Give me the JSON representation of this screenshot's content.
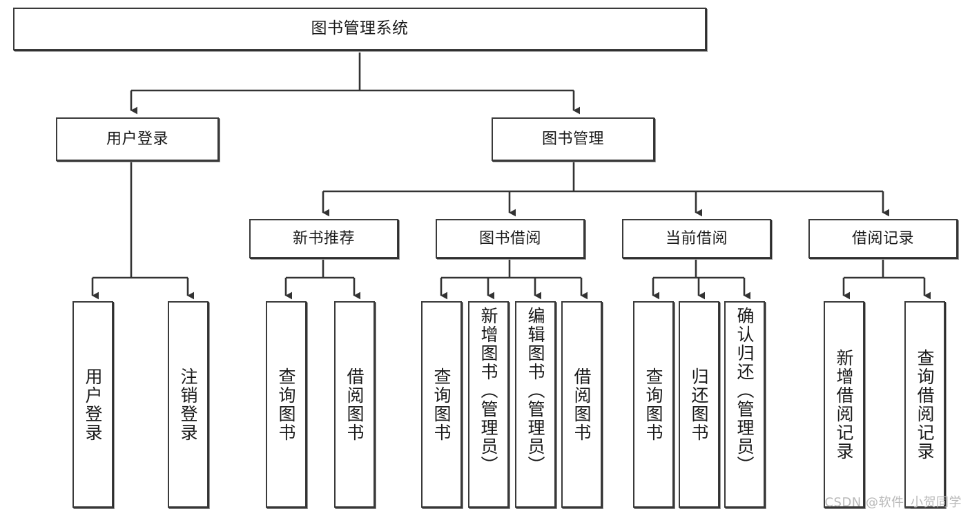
{
  "diagram": {
    "title": "图书管理系统",
    "type": "tree-hierarchy-diagram",
    "root": {
      "id": "root",
      "label": "图书管理系统"
    },
    "level2": [
      {
        "id": "user-login",
        "label": "用户登录"
      },
      {
        "id": "book-manage",
        "label": "图书管理"
      }
    ],
    "level3": [
      {
        "id": "new-book-rec",
        "label": "新书推荐",
        "parent": "book-manage"
      },
      {
        "id": "book-borrow",
        "label": "图书借阅",
        "parent": "book-manage"
      },
      {
        "id": "current-borrow",
        "label": "当前借阅",
        "parent": "book-manage"
      },
      {
        "id": "borrow-record",
        "label": "借阅记录",
        "parent": "book-manage"
      }
    ],
    "leaves": [
      {
        "id": "leaf-user-login",
        "label": "用户登录",
        "parent": "user-login"
      },
      {
        "id": "leaf-logout",
        "label": "注销登录",
        "parent": "user-login"
      },
      {
        "id": "leaf-query-book-1",
        "label": "查询图书",
        "parent": "new-book-rec"
      },
      {
        "id": "leaf-borrow-book-1",
        "label": "借阅图书",
        "parent": "new-book-rec"
      },
      {
        "id": "leaf-query-book-2",
        "label": "查询图书",
        "parent": "book-borrow"
      },
      {
        "id": "leaf-add-book",
        "label": "新增图书（管理员）",
        "parent": "book-borrow"
      },
      {
        "id": "leaf-edit-book",
        "label": "编辑图书（管理员）",
        "parent": "book-borrow"
      },
      {
        "id": "leaf-borrow-book-2",
        "label": "借阅图书",
        "parent": "book-borrow"
      },
      {
        "id": "leaf-query-book-3",
        "label": "查询图书",
        "parent": "current-borrow"
      },
      {
        "id": "leaf-return-book",
        "label": "归还图书",
        "parent": "current-borrow"
      },
      {
        "id": "leaf-confirm-return",
        "label": "确认归还（管理员）",
        "parent": "current-borrow"
      },
      {
        "id": "leaf-add-record",
        "label": "新增借阅记录",
        "parent": "borrow-record"
      },
      {
        "id": "leaf-query-record",
        "label": "查询借阅记录",
        "parent": "borrow-record"
      }
    ],
    "colors": {
      "box_border": "#3a3a3a",
      "box_fill": "#ffffff",
      "connector": "#333333",
      "text": "#1a1a1a",
      "watermark": "#b9b9b9"
    }
  },
  "watermark": {
    "text": "CSDN @软件_小贺同学"
  }
}
